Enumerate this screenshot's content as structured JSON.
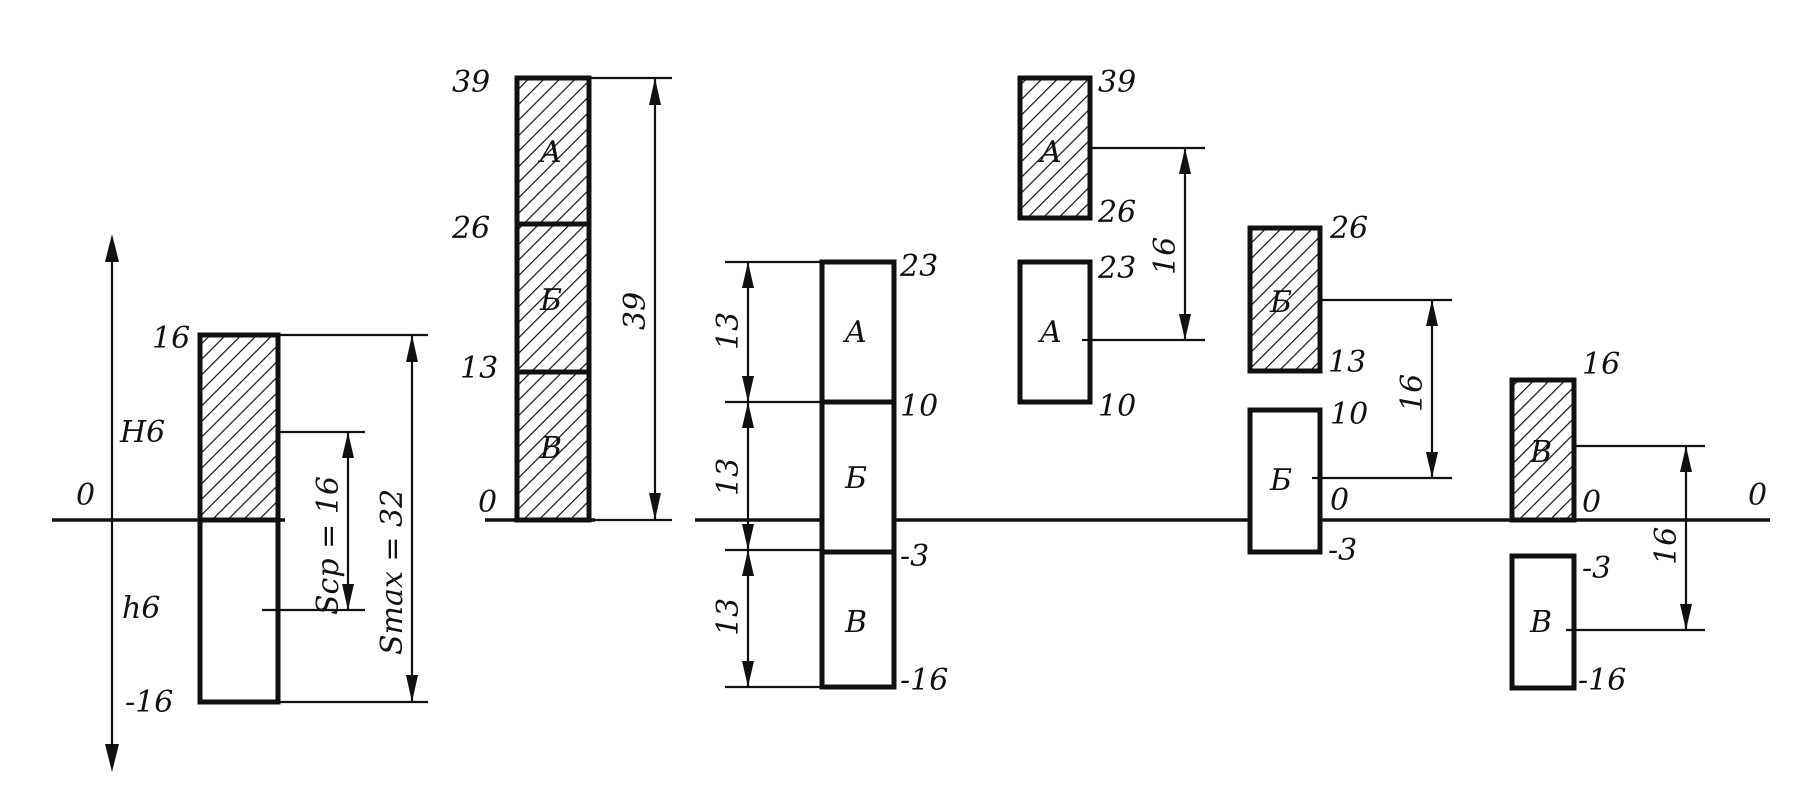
{
  "diagram": {
    "zero_left": "0",
    "zero_right": "0",
    "fig1": {
      "hole_label": "H6",
      "shaft_label": "h6",
      "top_value": "16",
      "bottom_value": "-16",
      "s_avg": "Sср = 16",
      "s_max": "Smax = 32"
    },
    "fig2": {
      "ticks": [
        "39",
        "26",
        "13",
        "0"
      ],
      "groups": [
        "A",
        "Б",
        "В"
      ],
      "total": "39"
    },
    "fig3": {
      "ticks": [
        "23",
        "10",
        "-3",
        "-16"
      ],
      "groups": [
        "A",
        "Б",
        "В"
      ],
      "step": "13"
    },
    "pairs": [
      {
        "group": "A",
        "hole_top": "39",
        "hole_bottom": "26",
        "shaft_top": "23",
        "shaft_bottom": "10",
        "clearance": "16"
      },
      {
        "group": "Б",
        "hole_top": "26",
        "hole_bottom": "13",
        "shaft_top": "10",
        "shaft_bottom": "-3",
        "zero": "0",
        "clearance": "16"
      },
      {
        "group": "В",
        "hole_top": "16",
        "hole_bottom": "0",
        "shaft_top": "-3",
        "shaft_bottom": "-16",
        "clearance": "16"
      }
    ]
  }
}
